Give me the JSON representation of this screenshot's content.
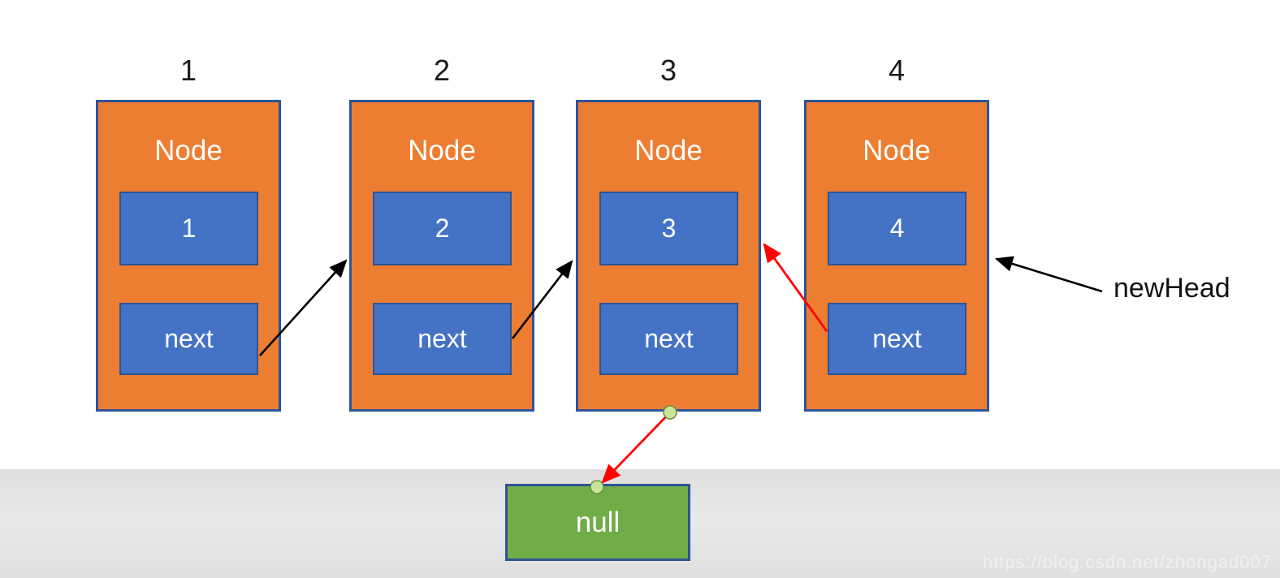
{
  "diagram": {
    "nodes": [
      {
        "index_label": "1",
        "title": "Node",
        "value": "1",
        "next_label": "next"
      },
      {
        "index_label": "2",
        "title": "Node",
        "value": "2",
        "next_label": "next"
      },
      {
        "index_label": "3",
        "title": "Node",
        "value": "3",
        "next_label": "next"
      },
      {
        "index_label": "4",
        "title": "Node",
        "value": "4",
        "next_label": "next"
      }
    ],
    "null_box": {
      "label": "null"
    },
    "new_head": {
      "label": "newHead"
    },
    "watermark": "https://blog.csdn.net/zhongad007",
    "colors": {
      "node_fill": "#ED7D31",
      "field_fill": "#4472C4",
      "shape_border": "#2E5496",
      "null_fill": "#70AD47",
      "forward_arrow": "#000000",
      "reversed_arrow": "#FF0000",
      "connector_dot_fill": "#C8E69A",
      "connector_dot_stroke": "#6E8F44",
      "background_band": "#E3E3E3"
    }
  }
}
